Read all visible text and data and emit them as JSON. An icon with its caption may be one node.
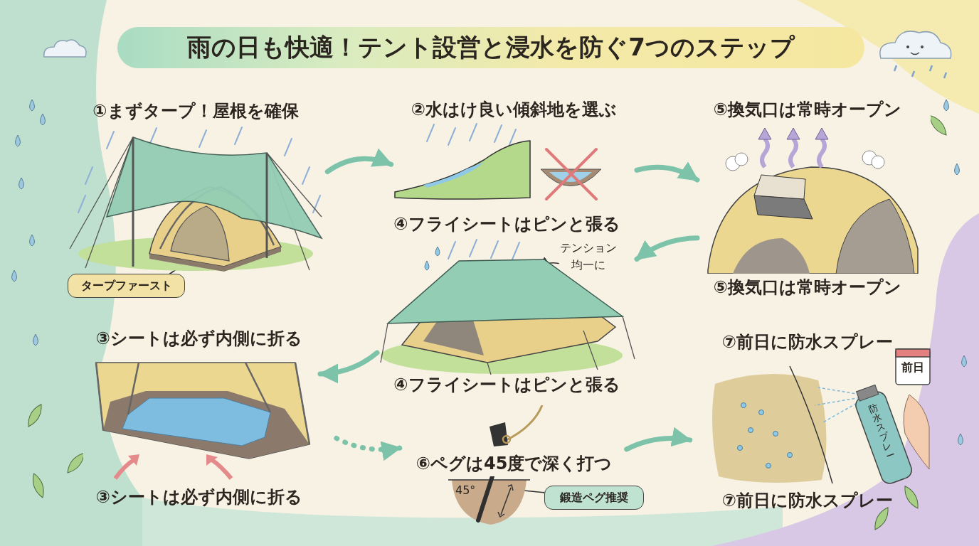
{
  "diagram": {
    "title": "雨の日も快適！テント設営と浸水を防ぐ7つのステップ",
    "nodes": [
      {
        "text": [
          "①まずタープ！屋根を確保"
        ]
      },
      {
        "text": [
          "タープファースト"
        ]
      },
      {
        "text": [
          "②水はけ良い傾斜地を選ぶ"
        ]
      },
      {
        "text": [
          "⑤換気口は常時オープン",
          "⑤換気口は常時オープン"
        ]
      },
      {
        "text": [
          "④フライシートはピンと張る",
          "④フライシートはピンと張る"
        ]
      },
      {
        "text": [
          "テンション均一に"
        ],
        "in": 4
      },
      {
        "text": [
          "③シートは必ず内側に折る",
          "③シートは必ず内側に折る"
        ]
      },
      {
        "text": [
          "⑥ペグは45度で深く打つ"
        ]
      },
      {
        "text": [
          "鍛造ペグ推奨"
        ]
      },
      {
        "text": [
          "⑦前日に防水スプレー",
          "⑦前日に防水スプレー"
        ]
      }
    ],
    "edges": [
      {
        "from": 0,
        "to": 2,
        "arrow": "to"
      },
      {
        "from": 2,
        "to": 3,
        "arrow": "to"
      },
      {
        "from": 3,
        "to": 4,
        "arrow": "to"
      },
      {
        "from": 4,
        "to": 6,
        "arrow": "to"
      },
      {
        "from": 6,
        "to": 7,
        "arrow": "to",
        "style": "dashed"
      },
      {
        "from": 7,
        "to": 9,
        "arrow": "to"
      },
      {
        "from": 1,
        "to": 0,
        "arrow": "to",
        "color": "#333333"
      },
      {
        "from": 5,
        "to": 4,
        "arrow": "to",
        "color": "#333333"
      },
      {
        "from": 8,
        "to": 7,
        "arrow": "none",
        "color": "#333333"
      }
    ],
    "labels": [
      "45°",
      "前日",
      "防水スプレー"
    ]
  }
}
